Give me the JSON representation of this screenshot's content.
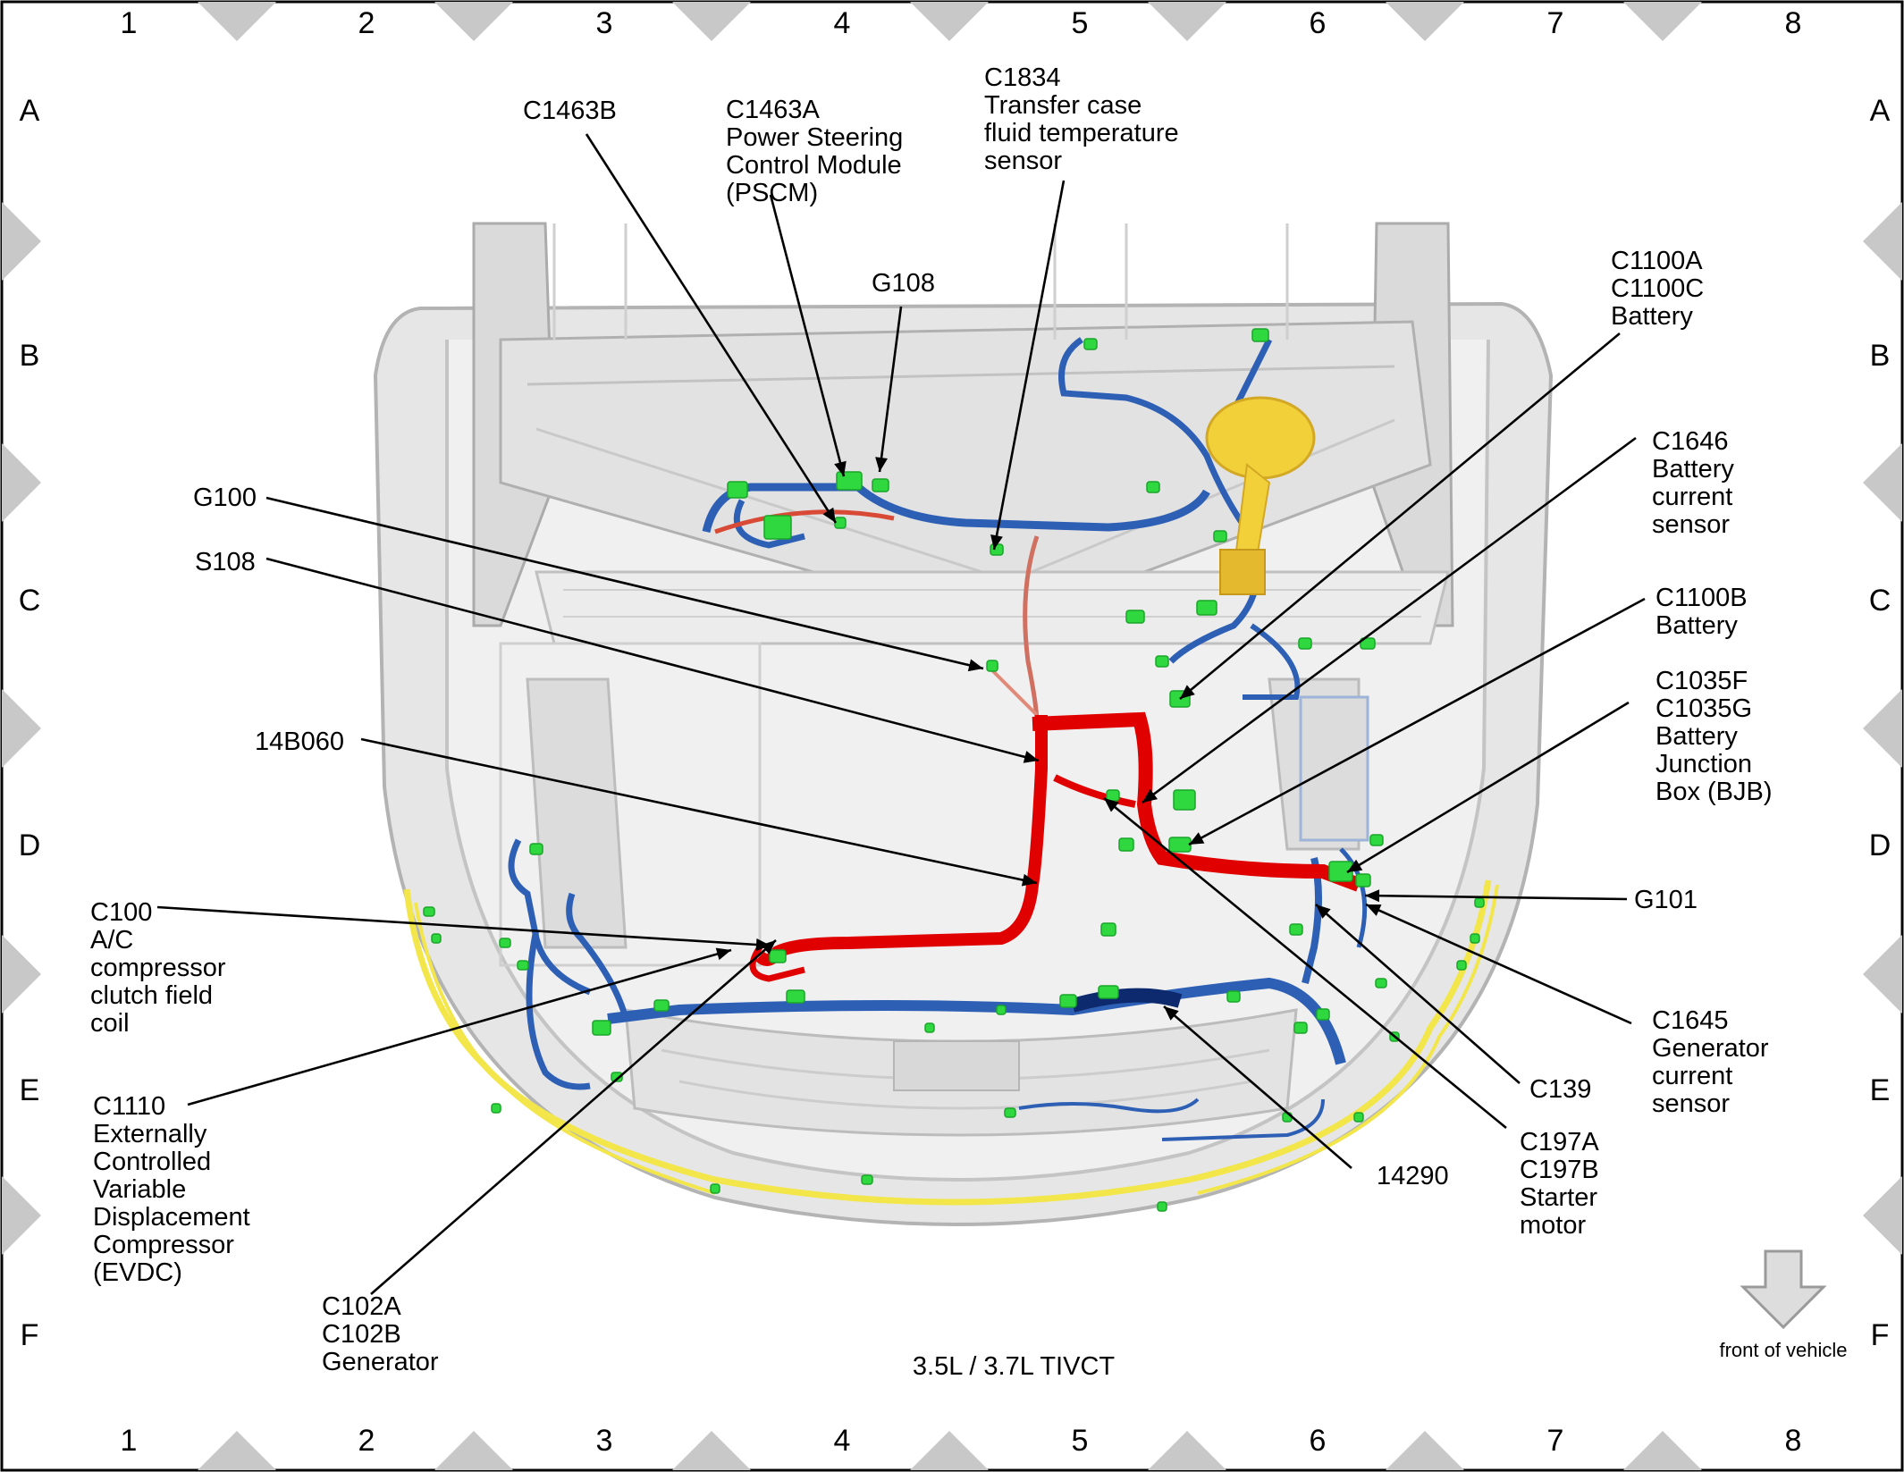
{
  "grid": {
    "columns": [
      "1",
      "2",
      "3",
      "4",
      "5",
      "6",
      "7",
      "8"
    ],
    "rows": [
      "A",
      "B",
      "C",
      "D",
      "E",
      "F"
    ]
  },
  "caption": "3.5L / 3.7L TIVCT",
  "orientation": {
    "label": "front of vehicle",
    "icon": "down-arrow-icon"
  },
  "colors": {
    "frame": "#000000",
    "marker": "#c8c8c8",
    "power_harness": "#e00000",
    "main_harness": "#2d5fb5",
    "dark_harness": "#0d2a6e",
    "yellow_harness": "#f2e64a",
    "connector": "#2fd83f",
    "vehicle_body": "#e4e4e4"
  },
  "callouts": [
    {
      "id": "c1463b",
      "lines": [
        "C1463B"
      ]
    },
    {
      "id": "c1463a",
      "lines": [
        "C1463A",
        "Power Steering",
        "Control Module",
        "(PSCM)"
      ]
    },
    {
      "id": "c1834",
      "lines": [
        "C1834",
        "Transfer case",
        "fluid temperature",
        "sensor"
      ]
    },
    {
      "id": "g108",
      "lines": [
        "G108"
      ]
    },
    {
      "id": "c1100a",
      "lines": [
        "C1100A",
        "C1100C",
        "Battery"
      ]
    },
    {
      "id": "c1646",
      "lines": [
        "C1646",
        "Battery",
        "current",
        "sensor"
      ]
    },
    {
      "id": "c1100b",
      "lines": [
        "C1100B",
        "Battery"
      ]
    },
    {
      "id": "c1035",
      "lines": [
        "C1035F",
        "C1035G",
        "Battery",
        "Junction",
        "Box (BJB)"
      ]
    },
    {
      "id": "g101",
      "lines": [
        "G101"
      ]
    },
    {
      "id": "c1645",
      "lines": [
        "C1645",
        "Generator",
        "current",
        "sensor"
      ]
    },
    {
      "id": "c139",
      "lines": [
        "C139"
      ]
    },
    {
      "id": "c197",
      "lines": [
        "C197A",
        "C197B",
        "Starter",
        "motor"
      ]
    },
    {
      "id": "h14290",
      "lines": [
        "14290"
      ]
    },
    {
      "id": "c102",
      "lines": [
        "C102A",
        "C102B",
        "Generator"
      ]
    },
    {
      "id": "c1110",
      "lines": [
        "C1110",
        "Externally",
        "Controlled",
        "Variable",
        "Displacement",
        "Compressor",
        "(EVDC)"
      ]
    },
    {
      "id": "c100",
      "lines": [
        "C100",
        "A/C",
        "compressor",
        "clutch field",
        "coil"
      ]
    },
    {
      "id": "h14b060",
      "lines": [
        "14B060"
      ]
    },
    {
      "id": "s108",
      "lines": [
        "S108"
      ]
    },
    {
      "id": "g100",
      "lines": [
        "G100"
      ]
    }
  ]
}
